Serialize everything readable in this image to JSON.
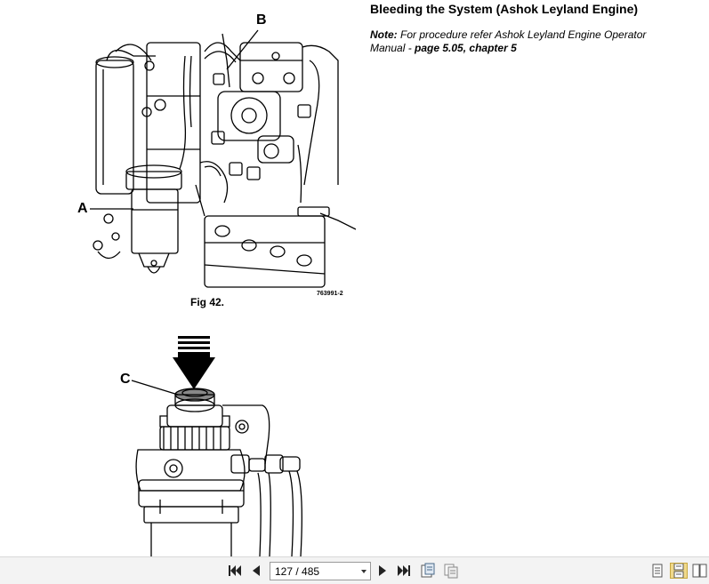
{
  "document": {
    "section_title": "Bleeding the System (Ashok Leyland Engine)",
    "note_label": "Note:",
    "note_text": " For procedure refer Ashok Leyland Engine Operator Manual - ",
    "note_bold": "page 5.05, chapter 5"
  },
  "figure1": {
    "label_b": "B",
    "label_a": "A",
    "reference": "763991-2",
    "caption": "Fig 42."
  },
  "figure2": {
    "label_c": "C"
  },
  "toolbar": {
    "page_indicator": "127 / 485"
  },
  "icons": {
    "first": "first-page-icon",
    "prev": "previous-page-icon",
    "next": "next-page-icon",
    "last": "last-page-icon",
    "fit_page": "fit-page-icon",
    "fit_width": "fit-width-icon",
    "single": "single-page-view-icon",
    "continuous": "continuous-view-icon",
    "facing": "facing-pages-icon"
  },
  "colors": {
    "toolbar_bg": "#f3f3f3",
    "active_view": "#f0d98a"
  }
}
